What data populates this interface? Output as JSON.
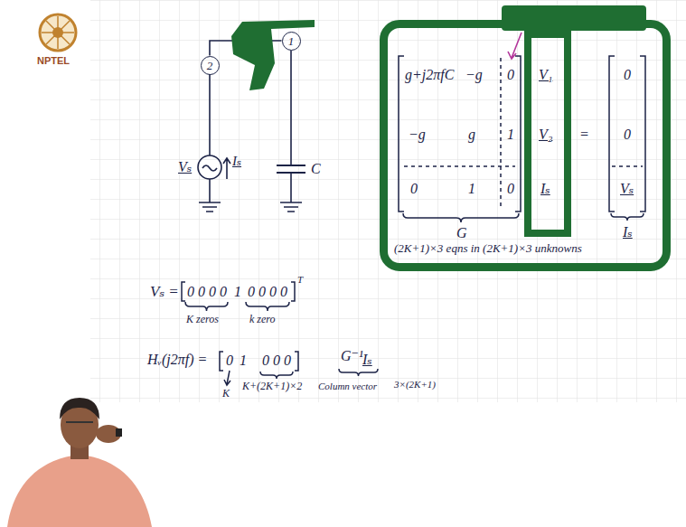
{
  "diagram": {
    "nodes": [
      {
        "text": [
          "2"
        ]
      },
      {
        "text": [
          "1"
        ]
      },
      {
        "text": [
          "g+j2πfC",
          "−g",
          "0",
          "−g",
          "g",
          "1",
          "0",
          "1",
          "0",
          "V₁",
          "V₂",
          "Iₛ",
          "=",
          "0",
          "0",
          "Vₛ",
          "G",
          "Iₛ",
          "(2K+1)×3 eqns in (2K+1)×3 unknowns"
        ]
      }
    ],
    "edges": [
      {
        "from": 0,
        "to": 1,
        "arrow": "none"
      }
    ],
    "labels": [
      "NPTEL",
      "Vₛ",
      "Iₛ",
      "C",
      "Vₛ =",
      "0 0 0 0",
      "1",
      "0 0 0 0",
      "T",
      "K zeros",
      "k zero",
      "Hᵥ(j2πf) =",
      "0",
      "1",
      "0 0 0",
      "G⁻¹",
      "Iₛ",
      "K",
      "K+(2K+1)×2",
      "Column vector",
      "3×(2K+1)"
    ]
  }
}
